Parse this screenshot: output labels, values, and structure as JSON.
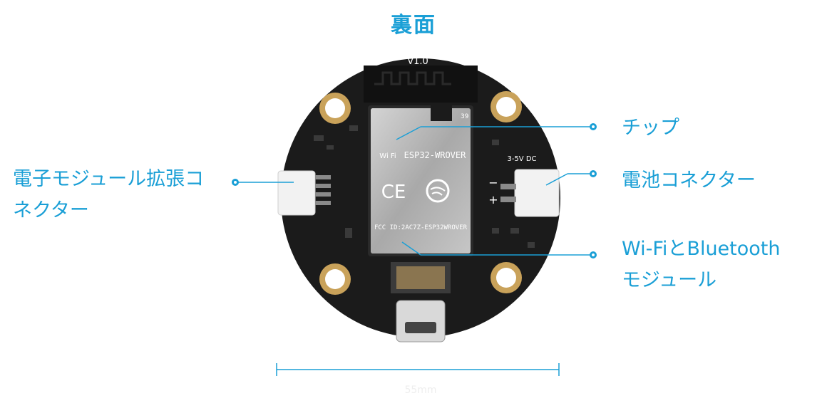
{
  "title": "裏面",
  "labels": {
    "chip": "チップ",
    "battery": "電池コネクター",
    "expansion_line1": "電子モジュール拡張コ",
    "expansion_line2": "ネクター",
    "wireless_line1": "Wi-FiとBluetooth",
    "wireless_line2": "モジュール"
  },
  "board": {
    "version": "V1.0",
    "module_name": "ESP32-WROVER",
    "fcc": "FCC ID:2AC7Z-ESP32WROVER",
    "voltage": "3-5V DC",
    "wifi_logo": "Wi Fi",
    "ce_mark": "CE",
    "plus_sign": "+",
    "minus_sign": "−",
    "part_code": "39"
  },
  "dimension_label": "55mm",
  "colors": {
    "accent": "#1a9fd6",
    "board": "#1b1b1b",
    "pad_gold": "#c9a25a"
  }
}
